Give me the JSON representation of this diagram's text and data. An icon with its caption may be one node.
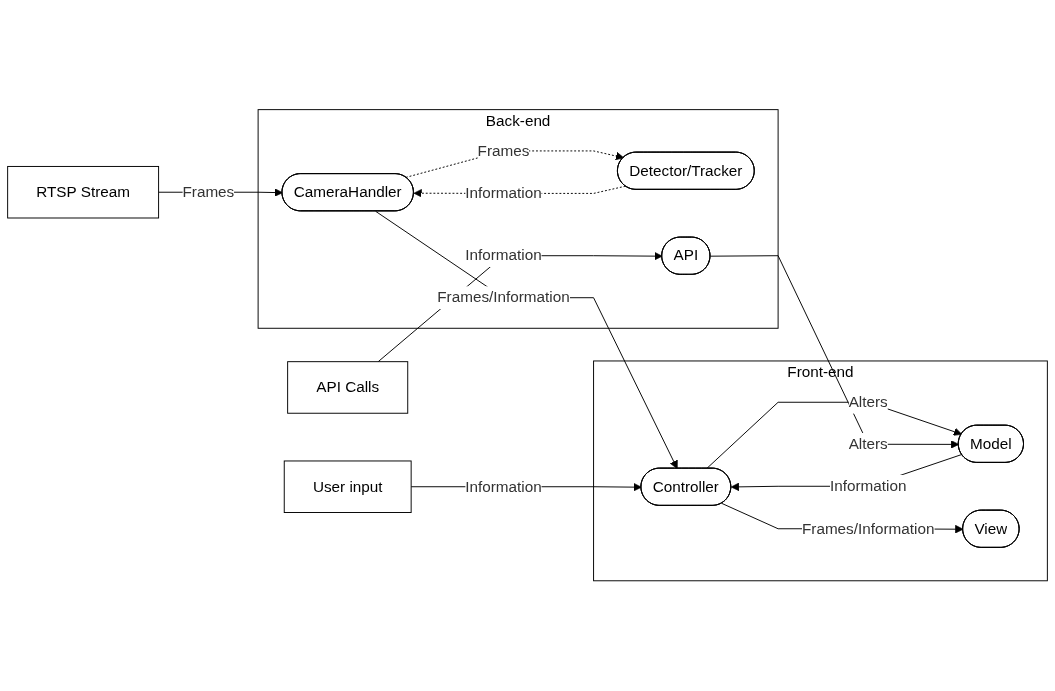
{
  "diagram": {
    "nodes": [
      {
        "text": [
          "Back-end"
        ]
      },
      {
        "text": [
          "Detector/Tracker"
        ],
        "in": 0
      },
      {
        "text": [
          "CameraHandler"
        ],
        "in": 0
      },
      {
        "text": [
          "API"
        ],
        "in": 0
      },
      {
        "text": [
          "User input"
        ]
      },
      {
        "text": [
          "Front-end"
        ]
      },
      {
        "text": [
          "Controller"
        ],
        "in": 5
      },
      {
        "text": [
          "View"
        ],
        "in": 5
      },
      {
        "text": [
          "Model"
        ],
        "in": 5
      },
      {
        "text": [
          "RTSP Stream"
        ]
      },
      {
        "text": [
          "API Calls"
        ]
      }
    ],
    "edges": [
      {
        "from": 2,
        "to": 1,
        "arrow": "to",
        "label": "Frames",
        "style": "dashed"
      },
      {
        "from": 1,
        "to": 2,
        "arrow": "to",
        "label": "Information",
        "style": "dashed"
      },
      {
        "from": 9,
        "to": 2,
        "arrow": "to",
        "label": "Frames"
      },
      {
        "from": 2,
        "to": 6,
        "arrow": "to",
        "label": "Frames/Information"
      },
      {
        "from": 4,
        "to": 6,
        "arrow": "to",
        "label": "Information"
      },
      {
        "from": 6,
        "to": 7,
        "arrow": "to",
        "label": "Frames/Information"
      },
      {
        "from": 8,
        "to": 6,
        "arrow": "to",
        "label": "Information"
      },
      {
        "from": 6,
        "to": 8,
        "arrow": "to",
        "label": "Alters"
      },
      {
        "from": 3,
        "to": 8,
        "arrow": "to",
        "label": "Alters"
      },
      {
        "from": 10,
        "to": 3,
        "arrow": "to",
        "label": "Information"
      }
    ]
  }
}
